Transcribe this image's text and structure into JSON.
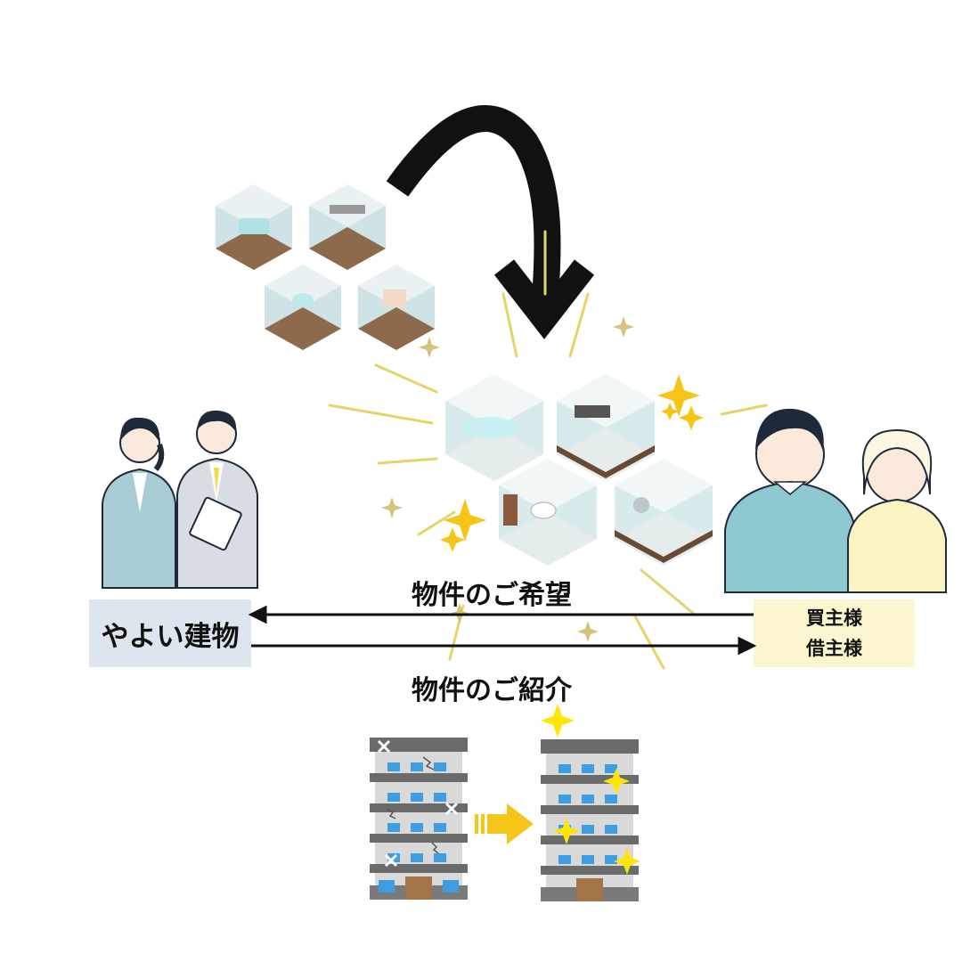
{
  "company": {
    "name": "やよい建物"
  },
  "clients": {
    "line1": "買主様",
    "line2": "借主様"
  },
  "flows": {
    "request": "物件のご希望",
    "introduction": "物件のご紹介"
  },
  "icons": {
    "curved_arrow": "curved-down-arrow-icon",
    "rooms_before": "room-set-icon",
    "rooms_after": "renovated-room-set-icon",
    "building_before": "old-building-icon",
    "building_after": "renovated-building-icon",
    "transition_arrow": "yellow-right-arrow-icon"
  },
  "colors": {
    "company_box": "#dde6ee",
    "client_box": "#fbf6cf",
    "sparkle": "#f5c518",
    "burst": "#e8d46a",
    "person_suit": "#a9cdd4",
    "person_sweater": "#8ec8d1",
    "person_apron": "#fbf3c2"
  }
}
